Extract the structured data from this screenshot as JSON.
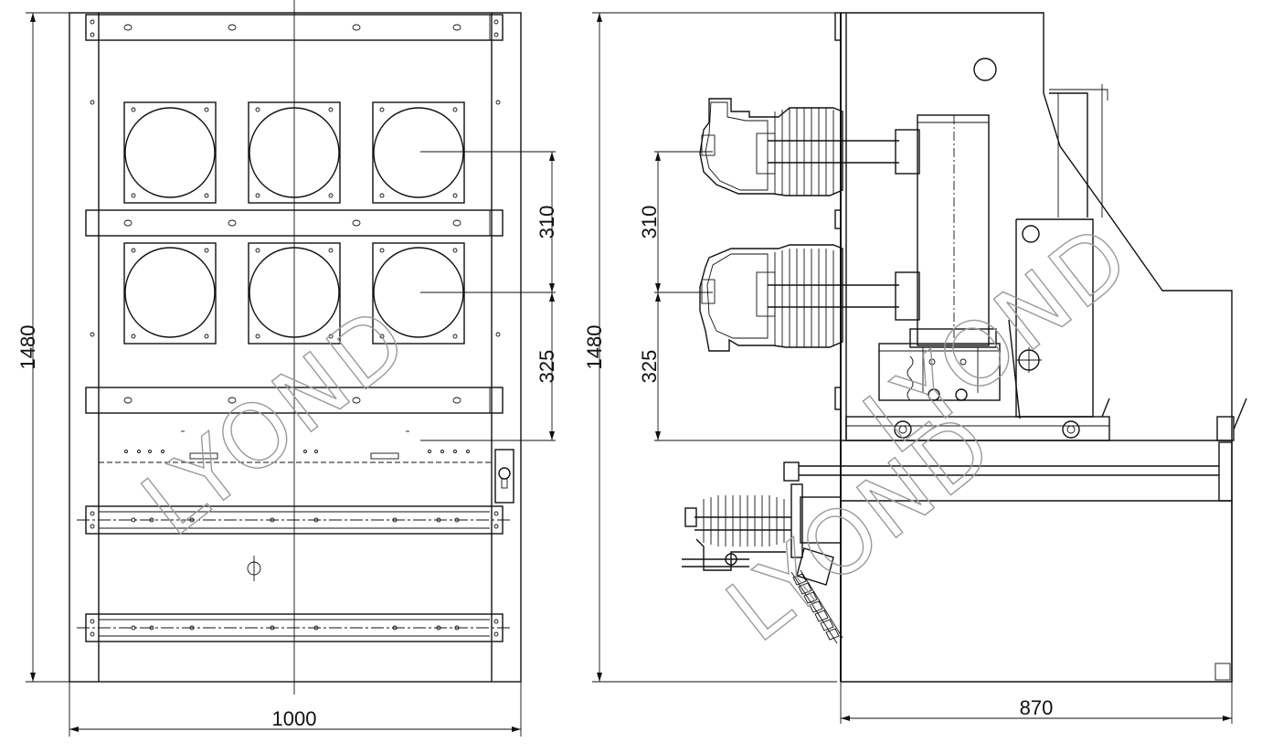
{
  "front_view": {
    "width_dim": "1000",
    "height_dim": "1480",
    "dim_upper": "310",
    "dim_lower": "325"
  },
  "side_view": {
    "height_dim": "1480",
    "depth_dim": "870",
    "dim_upper": "310",
    "dim_lower": "325"
  },
  "watermark": {
    "text": "LYOND"
  },
  "colors": {
    "line": "#111111",
    "watermark": "#9a9a9a",
    "background": "#ffffff"
  }
}
